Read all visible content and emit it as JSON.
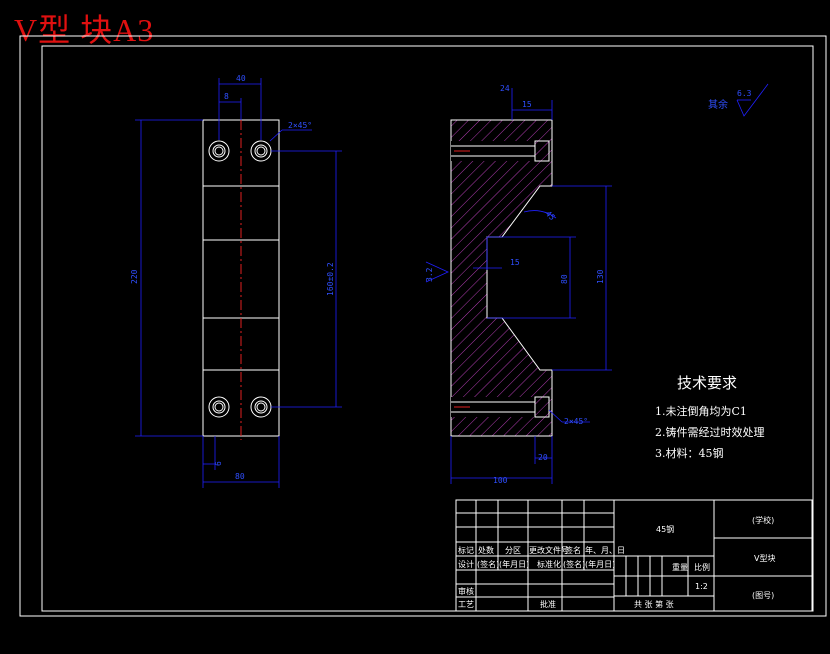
{
  "watermark": "V型 块A3",
  "colors": {
    "background": "#000000",
    "lines": "#ffffff",
    "dimensions": "#2020ff",
    "hatch": "#b03cb0",
    "centerline": "#e02020",
    "watermark": "#e01010"
  },
  "dims": {
    "top_40": "40",
    "top_8": "8",
    "chamfer_top": "2×45°",
    "height_220": "220",
    "hole_spacing": "160±0.2",
    "width_80": "80",
    "bottom_6": "6",
    "side_24": "24",
    "side_15": "15",
    "side_80": "80",
    "side_15b": "15",
    "side_130": "130",
    "side_100": "100",
    "side_20": "20",
    "chamfer_bottom": "2×45°",
    "roughness_small": "3.2",
    "angle_label": "45"
  },
  "roughness": {
    "label": "其余",
    "value": "6.3"
  },
  "tech": {
    "title": "技术要求",
    "items": [
      "1.未注倒角均为C1",
      "2.铸件需经过时效处理",
      "3.材料：45钢"
    ]
  },
  "title_block": {
    "material": "45钢",
    "school": "(学校)",
    "part_name": "V型块",
    "drawing_no": "(图号)",
    "scale_label": "比例",
    "weight_label": "重量",
    "scale": "1:2",
    "sheets": "共  张  第  张",
    "h_mark": "标记",
    "h_count": "处数",
    "h_zone": "分区",
    "h_doc": "更改文件号",
    "h_sign": "签名",
    "h_date": "年、月、日",
    "design": "设计",
    "sig": "(签名)",
    "ymd": "(年月日)",
    "std": "标准化",
    "sig2": "(签名)",
    "ymd2": "(年月日)",
    "review": "审核",
    "process": "工艺",
    "approve": "批准"
  }
}
